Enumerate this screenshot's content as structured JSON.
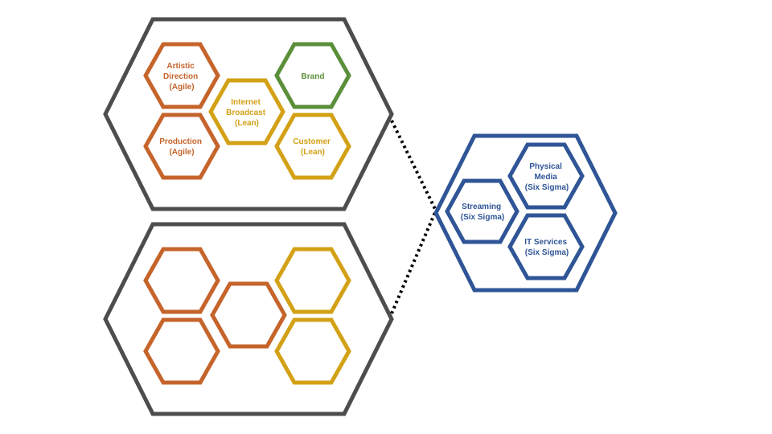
{
  "colors": {
    "outer": "#4d4d4d",
    "agile": "#c5642b",
    "lean": "#d3a116",
    "brand": "#5b8f3a",
    "six_sigma": "#2f5597",
    "connector": "#000000"
  },
  "top_cluster": {
    "artistic_direction": {
      "lines": [
        "Artistic",
        "Direction",
        "(Agile)"
      ]
    },
    "production": {
      "lines": [
        "Production",
        "(Agile)"
      ]
    },
    "internet_broadcast": {
      "lines": [
        "Internet",
        "Broadcast",
        "(Lean)"
      ]
    },
    "brand": {
      "lines": [
        "Brand"
      ]
    },
    "customer": {
      "lines": [
        "Customer",
        "(Lean)"
      ]
    }
  },
  "right_cluster": {
    "streaming": {
      "lines": [
        "Streaming",
        "(Six Sigma)"
      ]
    },
    "physical_media": {
      "lines": [
        "Physical",
        "Media",
        "(Six Sigma)"
      ]
    },
    "it_services": {
      "lines": [
        "IT Services",
        "(Six Sigma)"
      ]
    }
  }
}
